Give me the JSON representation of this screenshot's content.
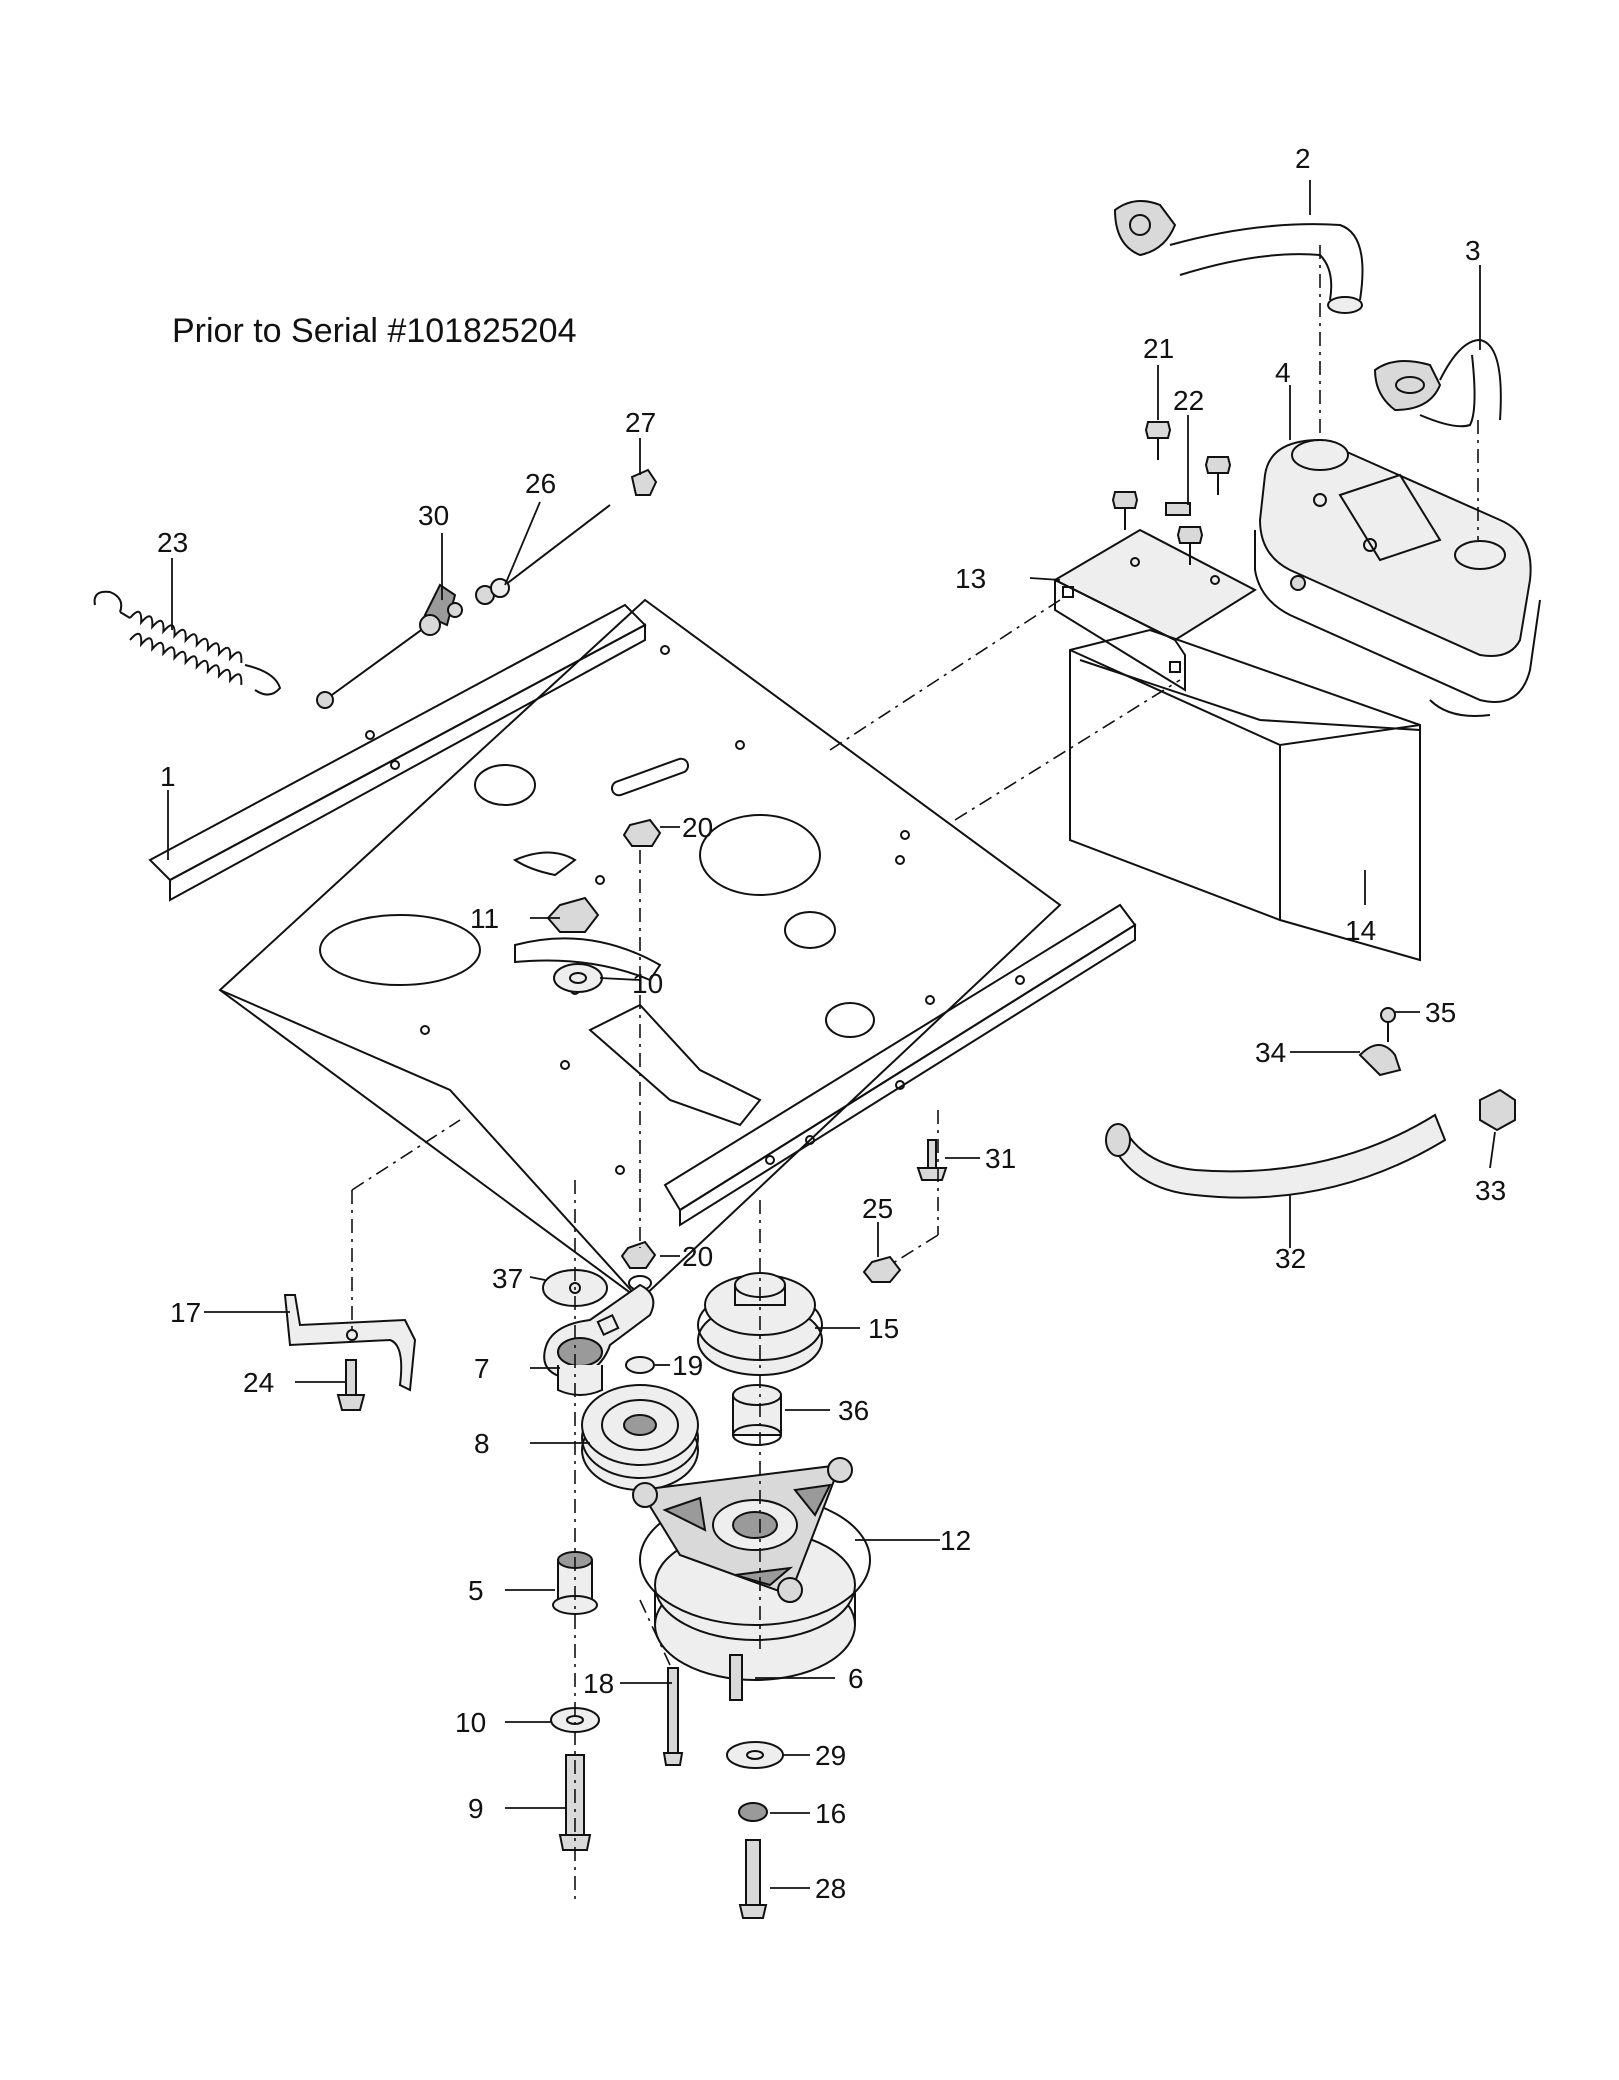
{
  "header": {
    "title": "Prior to Serial #101825204"
  },
  "callouts": {
    "c1": "1",
    "c2": "2",
    "c3": "3",
    "c4": "4",
    "c5": "5",
    "c6": "6",
    "c7": "7",
    "c8": "8",
    "c9": "9",
    "c10a": "10",
    "c10b": "10",
    "c11": "11",
    "c12": "12",
    "c13": "13",
    "c14": "14",
    "c15": "15",
    "c16": "16",
    "c17": "17",
    "c18": "18",
    "c19": "19",
    "c20a": "20",
    "c20b": "20",
    "c21": "21",
    "c22": "22",
    "c23": "23",
    "c24": "24",
    "c25": "25",
    "c26": "26",
    "c27": "27",
    "c28": "28",
    "c29": "29",
    "c30": "30",
    "c31": "31",
    "c32": "32",
    "c33": "33",
    "c34": "34",
    "c35": "35",
    "c36": "36",
    "c37": "37"
  }
}
